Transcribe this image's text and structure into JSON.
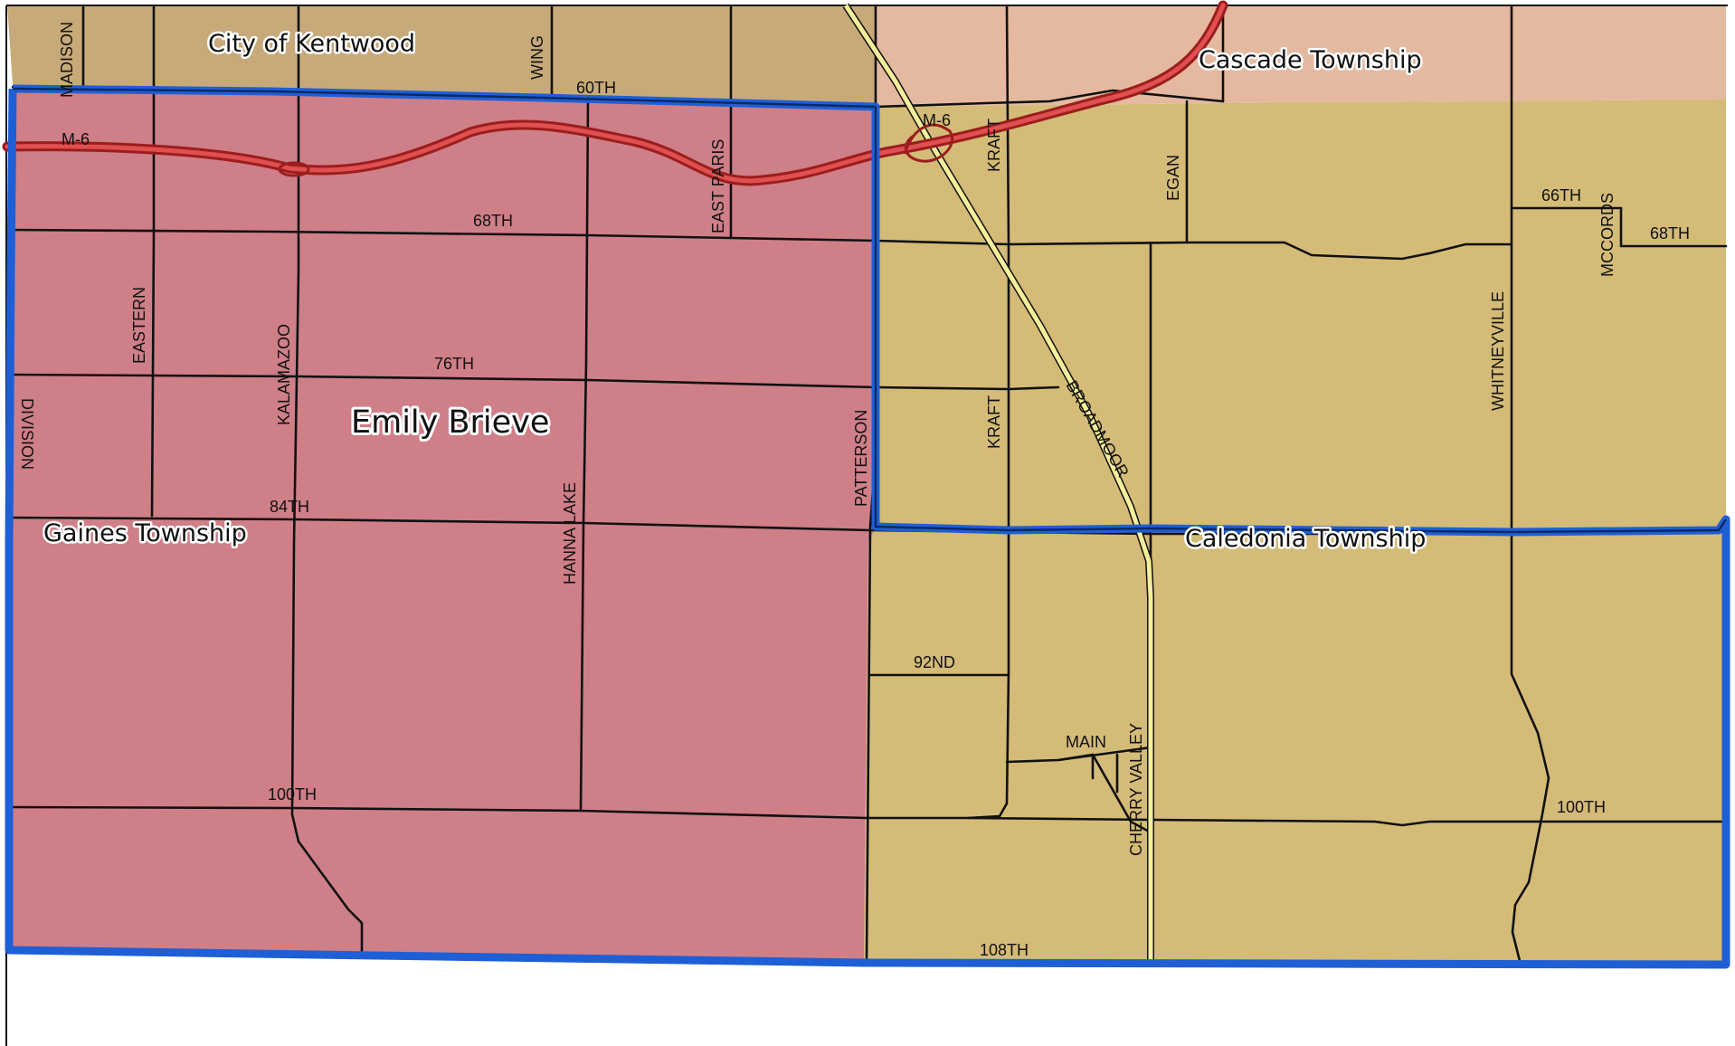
{
  "map": {
    "colors": {
      "district_fill": "#cf7f88",
      "township_fill": "#d4bb78",
      "kentwood_fill": "#c8aa7a",
      "cascade_fill": "#e4b9a0",
      "district_boundary": "#1f5fd6",
      "road": "#111111",
      "highway_fill": "#e05050",
      "highway_edge": "#9c1d1d",
      "broadmoor_fill": "#f4ee9a"
    },
    "district_name": "Emily Brieve",
    "areas": {
      "kentwood": "City of Kentwood",
      "cascade": "Cascade Township",
      "gaines": "Gaines Township",
      "caledonia": "Caledonia Township"
    },
    "roads": {
      "madison": "MADISON",
      "wing": "WING",
      "sixtieth": "60TH",
      "m6_west": "M-6",
      "m6_east": "M-6",
      "kraft_north": "KRAFT",
      "egan": "EGAN",
      "east_paris": "EAST PARIS",
      "sixty_eighth_west": "68TH",
      "sixty_sixth": "66TH",
      "sixty_eighth_east": "68TH",
      "mccords": "MCCORDS",
      "eastern": "EASTERN",
      "kalamazoo": "KALAMAZOO",
      "seventy_sixth": "76TH",
      "division": "DIVISION",
      "patterson": "PATTERSON",
      "kraft_south": "KRAFT",
      "broadmoor": "BROADMOOR",
      "whitneyville": "WHITNEYVILLE",
      "eighty_fourth": "84TH",
      "hanna_lake": "HANNA LAKE",
      "ninety_second": "92ND",
      "main": "MAIN",
      "cherry_valley": "CHERRY VALLEY",
      "hundredth_west": "100TH",
      "hundredth_east": "100TH",
      "hundred_eighth": "108TH"
    }
  }
}
